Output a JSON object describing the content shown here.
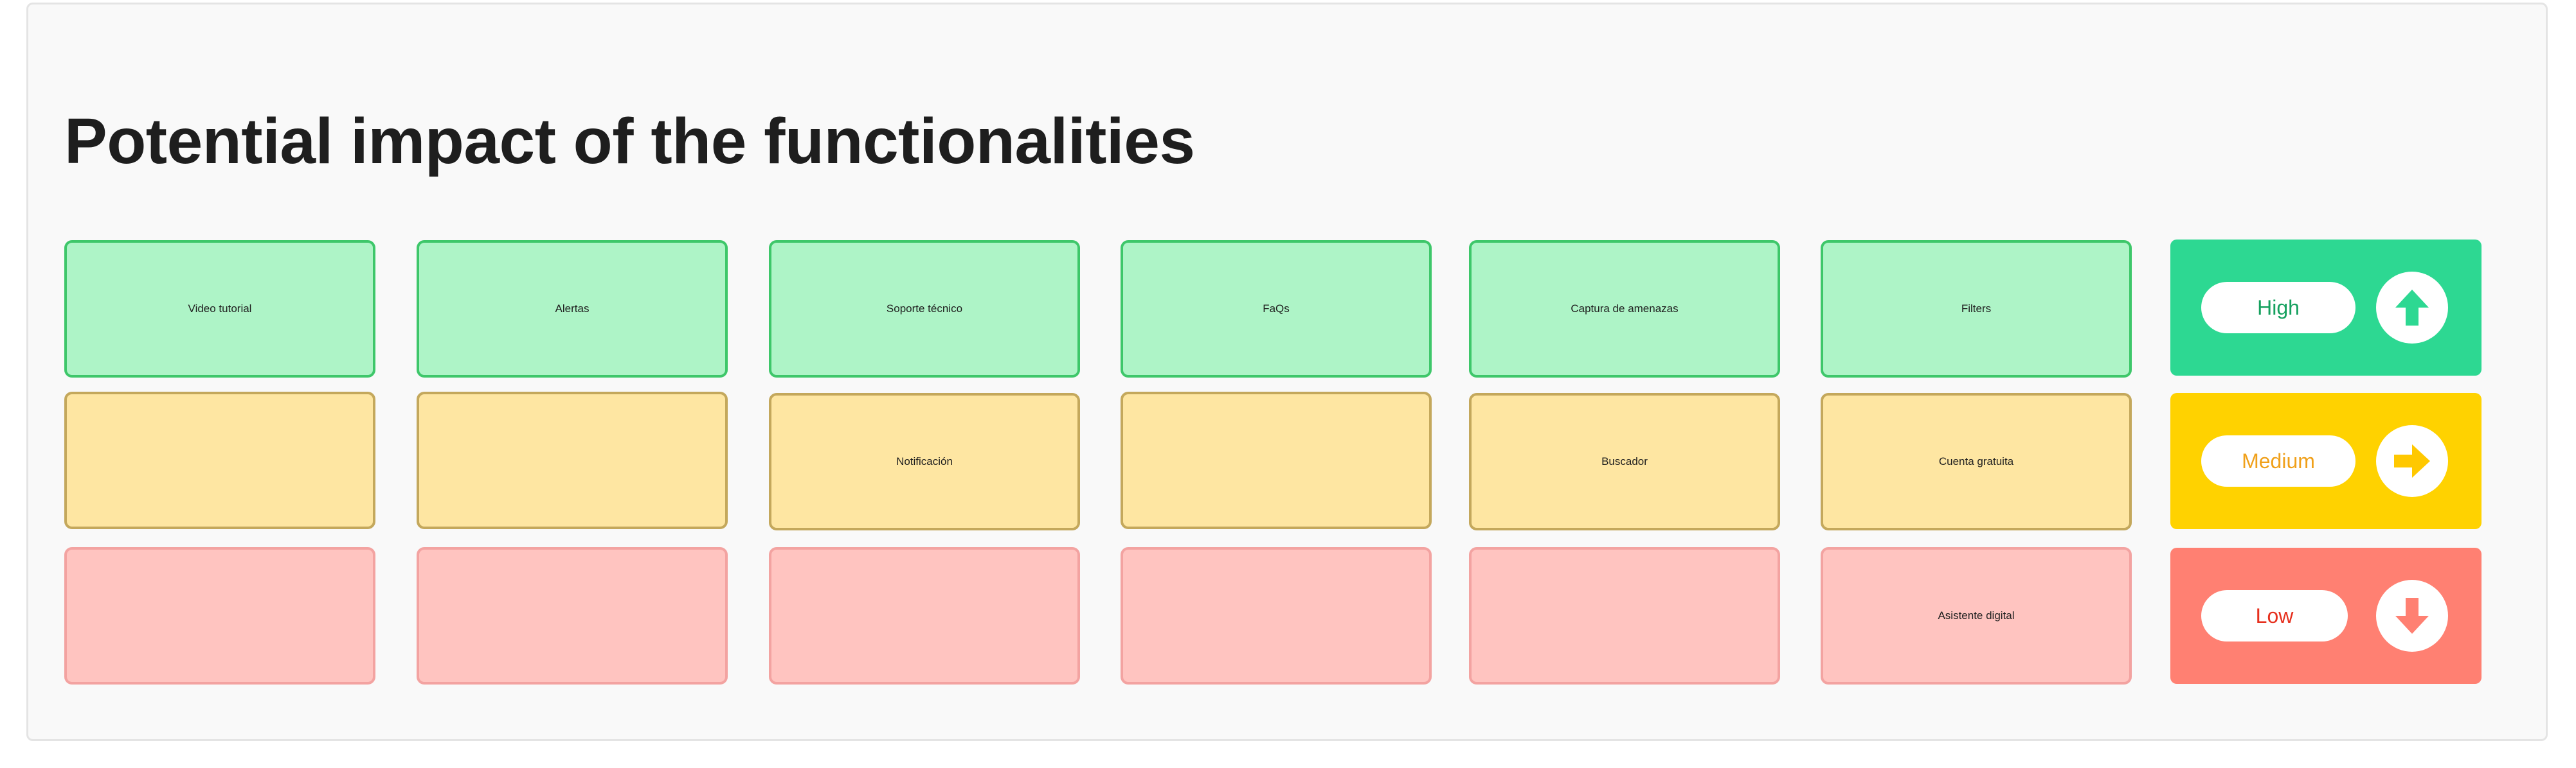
{
  "title": "Potential impact of the functionalities",
  "rows": {
    "high": [
      "Video tutorial",
      "Alertas",
      "Soporte técnico",
      "FaQs",
      "Captura de amenazas",
      "Filters"
    ],
    "medium": [
      "",
      "",
      "Notificación",
      "",
      "Buscador",
      "Cuenta gratuita"
    ],
    "low": [
      "",
      "",
      "",
      "",
      "",
      "Asistente digital"
    ]
  },
  "legend": {
    "high": {
      "label": "High",
      "icon": "arrow-up-icon",
      "color": "#2dd892"
    },
    "medium": {
      "label": "Medium",
      "icon": "arrow-right-icon",
      "color": "#ffd200"
    },
    "low": {
      "label": "Low",
      "icon": "arrow-down-icon",
      "color": "#ff8072"
    }
  }
}
